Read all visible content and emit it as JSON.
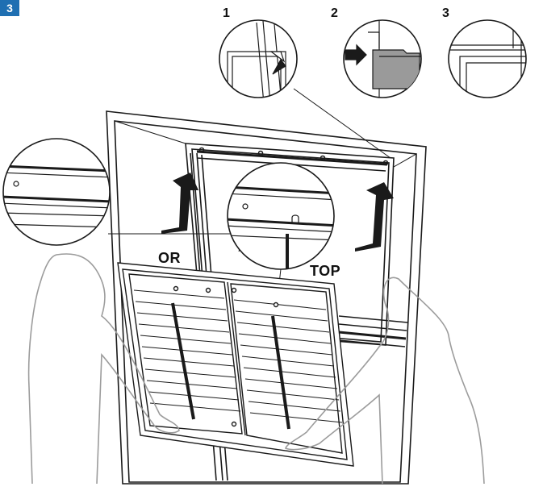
{
  "step": {
    "number": "3",
    "badge_color": "#1f6fb2"
  },
  "callouts": [
    {
      "label": "1"
    },
    {
      "label": "2"
    },
    {
      "label": "3"
    }
  ],
  "labels": {
    "or": "OR",
    "top": "TOP"
  },
  "colors": {
    "line": "#1a1a1a",
    "arrow": "#1a1a1a",
    "highlight_gray": "#9a9a9a",
    "figure_outline": "#9c9c9c"
  }
}
